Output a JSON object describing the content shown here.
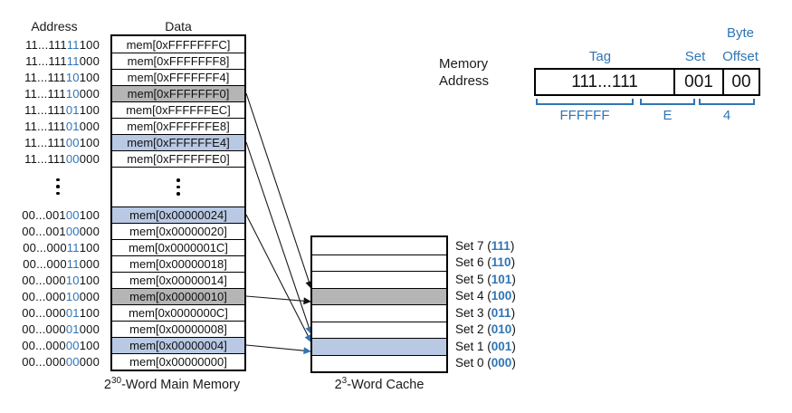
{
  "figure": {
    "memory": {
      "address_header": "Address",
      "data_header": "Data",
      "top_rows": [
        {
          "addr_pre": "11...111",
          "addr_set": "11",
          "addr_post": "100",
          "data": "mem[0xFFFFFFFC]",
          "bg": "white"
        },
        {
          "addr_pre": "11...111",
          "addr_set": "11",
          "addr_post": "000",
          "data": "mem[0xFFFFFFF8]",
          "bg": "white"
        },
        {
          "addr_pre": "11...111",
          "addr_set": "10",
          "addr_post": "100",
          "data": "mem[0xFFFFFFF4]",
          "bg": "white"
        },
        {
          "addr_pre": "11...111",
          "addr_set": "10",
          "addr_post": "000",
          "data": "mem[0xFFFFFFF0]",
          "bg": "gray"
        },
        {
          "addr_pre": "11...111",
          "addr_set": "01",
          "addr_post": "100",
          "data": "mem[0xFFFFFFEC]",
          "bg": "white"
        },
        {
          "addr_pre": "11...111",
          "addr_set": "01",
          "addr_post": "000",
          "data": "mem[0xFFFFFFE8]",
          "bg": "white"
        },
        {
          "addr_pre": "11...111",
          "addr_set": "00",
          "addr_post": "100",
          "data": "mem[0xFFFFFFE4]",
          "bg": "blue"
        },
        {
          "addr_pre": "11...111",
          "addr_set": "00",
          "addr_post": "000",
          "data": "mem[0xFFFFFFE0]",
          "bg": "white"
        }
      ],
      "bottom_rows": [
        {
          "addr_pre": "00...001",
          "addr_set": "00",
          "addr_post": "100",
          "data": "mem[0x00000024]",
          "bg": "blue"
        },
        {
          "addr_pre": "00...001",
          "addr_set": "00",
          "addr_post": "000",
          "data": "mem[0x00000020]",
          "bg": "white"
        },
        {
          "addr_pre": "00...000",
          "addr_set": "11",
          "addr_post": "100",
          "data": "mem[0x0000001C]",
          "bg": "white"
        },
        {
          "addr_pre": "00...000",
          "addr_set": "11",
          "addr_post": "000",
          "data": "mem[0x00000018]",
          "bg": "white"
        },
        {
          "addr_pre": "00...000",
          "addr_set": "10",
          "addr_post": "100",
          "data": "mem[0x00000014]",
          "bg": "white"
        },
        {
          "addr_pre": "00...000",
          "addr_set": "10",
          "addr_post": "000",
          "data": "mem[0x00000010]",
          "bg": "gray"
        },
        {
          "addr_pre": "00...000",
          "addr_set": "01",
          "addr_post": "100",
          "data": "mem[0x0000000C]",
          "bg": "white"
        },
        {
          "addr_pre": "00...000",
          "addr_set": "01",
          "addr_post": "000",
          "data": "mem[0x00000008]",
          "bg": "white"
        },
        {
          "addr_pre": "00...000",
          "addr_set": "00",
          "addr_post": "100",
          "data": "mem[0x00000004]",
          "bg": "blue"
        },
        {
          "addr_pre": "00...000",
          "addr_set": "00",
          "addr_post": "000",
          "data": "mem[0x00000000]",
          "bg": "white"
        }
      ],
      "caption_base": "2",
      "caption_exp": "30",
      "caption_rest": "-Word Main Memory"
    },
    "cache": {
      "rows": [
        {
          "label": "Set 7",
          "bits": "111",
          "bg": "white"
        },
        {
          "label": "Set 6",
          "bits": "110",
          "bg": "white"
        },
        {
          "label": "Set 5",
          "bits": "101",
          "bg": "white"
        },
        {
          "label": "Set 4",
          "bits": "100",
          "bg": "gray"
        },
        {
          "label": "Set 3",
          "bits": "011",
          "bg": "white"
        },
        {
          "label": "Set 2",
          "bits": "010",
          "bg": "white"
        },
        {
          "label": "Set 1",
          "bits": "001",
          "bg": "blue"
        },
        {
          "label": "Set 0",
          "bits": "000",
          "bg": "white"
        }
      ],
      "caption_base": "2",
      "caption_exp": "3",
      "caption_rest": "-Word Cache"
    },
    "arrows": [
      {
        "from": "mem[0xFFFFFFF0]",
        "block": "top",
        "row": 3,
        "to_set": 4,
        "head": "black"
      },
      {
        "from": "mem[0xFFFFFFE4]",
        "block": "top",
        "row": 6,
        "to_set": 1,
        "head": "blue"
      },
      {
        "from": "mem[0x00000024]",
        "block": "bottom",
        "row": 0,
        "to_set": 1,
        "head": "blue"
      },
      {
        "from": "mem[0x00000010]",
        "block": "bottom",
        "row": 5,
        "to_set": 4,
        "head": "black"
      },
      {
        "from": "mem[0x00000004]",
        "block": "bottom",
        "row": 8,
        "to_set": 1,
        "head": "blue"
      }
    ],
    "breakdown": {
      "label_line1": "Memory",
      "label_line2": "Address",
      "byte_label": "Byte",
      "tag_label": "Tag",
      "set_label": "Set",
      "offset_label": "Offset",
      "tag_left": "111",
      "tag_dots": "...",
      "tag_right": "111",
      "set_bits": "001",
      "offset_bits": "00",
      "hex_tag": "FFFFFF",
      "hex_mid": "E",
      "hex_low": "4"
    },
    "colors": {
      "blue": "#2e75b6",
      "blue_fill": "#b9c9e4",
      "gray_fill": "#b5b5b5"
    }
  }
}
